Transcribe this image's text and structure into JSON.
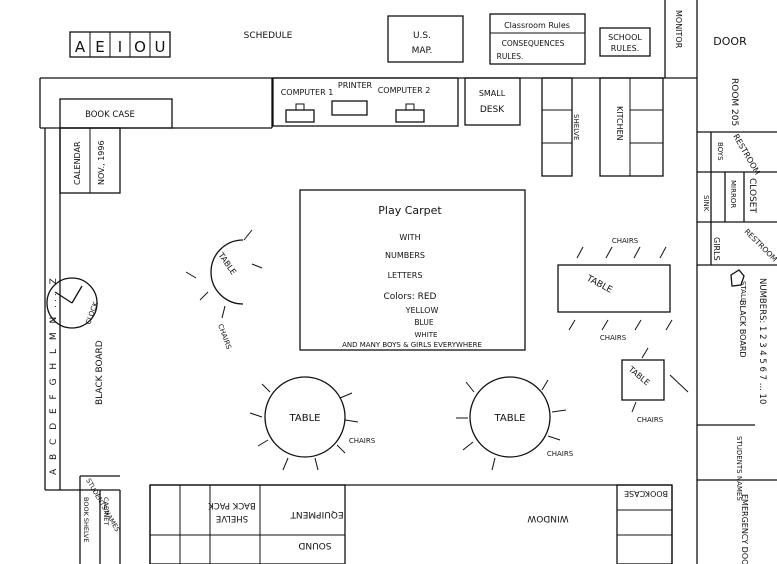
{
  "top_wall": {
    "vowels": [
      "A",
      "E",
      "I",
      "O",
      "U"
    ],
    "schedule": "SCHEDULE",
    "us_map": [
      "U.S.",
      "MAP."
    ],
    "classroom_rules": "Classroom Rules",
    "consequences_rules": [
      "CONSEQUENCES",
      "RULES."
    ],
    "school_rules": [
      "SCHOOL",
      "RULES."
    ],
    "monitor": "MONITOR"
  },
  "right_side": {
    "door": "DOOR",
    "room": "ROOM 205",
    "restroom_boys": "RESTROOM",
    "boys": "BOYS",
    "closet": "CLOSET",
    "mirror": "MIRROR",
    "sink": "SINK",
    "girls": "GIRLS",
    "restroom_girls": "RESTROOM",
    "stall": "STALL",
    "numbers": "NUMBERS: 1 2 3 4 5 6 7 ... 10",
    "black_board": "BLACK BOARD",
    "student_names": "STUDENTS NAMES",
    "emergency_door": "EMERGENCY DOOR"
  },
  "top_row": {
    "computer1": "COMPUTER 1",
    "printer": "PRINTER",
    "computer2": "COMPUTER 2",
    "small_desk": [
      "SMALL",
      "DESK"
    ],
    "shelve": "SHELVE",
    "kitchen": "KITCHEN"
  },
  "left_wall": {
    "book_case": "BOOK CASE",
    "calendar": "CALENDAR",
    "calendar_date": "NOV., 1996",
    "alphabet": "A B C D E F G H L M N ... Z",
    "clock": "CLOCK",
    "black_board": "BLACK BOARD",
    "student_names": "STUDENTS NAMES",
    "cabinet": "CABINET",
    "book_shelve": "BOOK SHELVE"
  },
  "bottom_wall": {
    "back_pack_shelve": [
      "BACK PACK",
      "SHELVE"
    ],
    "sound_equipment": [
      "SOUND",
      "EQUIPMENT"
    ],
    "window": "WINDOW",
    "bookcase": "BOOKCASE"
  },
  "center": {
    "play_carpet": "Play Carpet",
    "lines": [
      "WITH",
      "NUMBERS",
      "LETTERS"
    ],
    "colors_label": "Colors: RED",
    "colors": [
      "YELLOW",
      "BLUE",
      "WHITE"
    ],
    "footer": "AND MANY BOYS & GIRLS EVERYWHERE",
    "tables": {
      "moon": "TABLE",
      "left_round": "TABLE",
      "right_round": "TABLE",
      "rect": "TABLE",
      "small": "TABLE"
    },
    "chairs": "CHAIRS"
  }
}
